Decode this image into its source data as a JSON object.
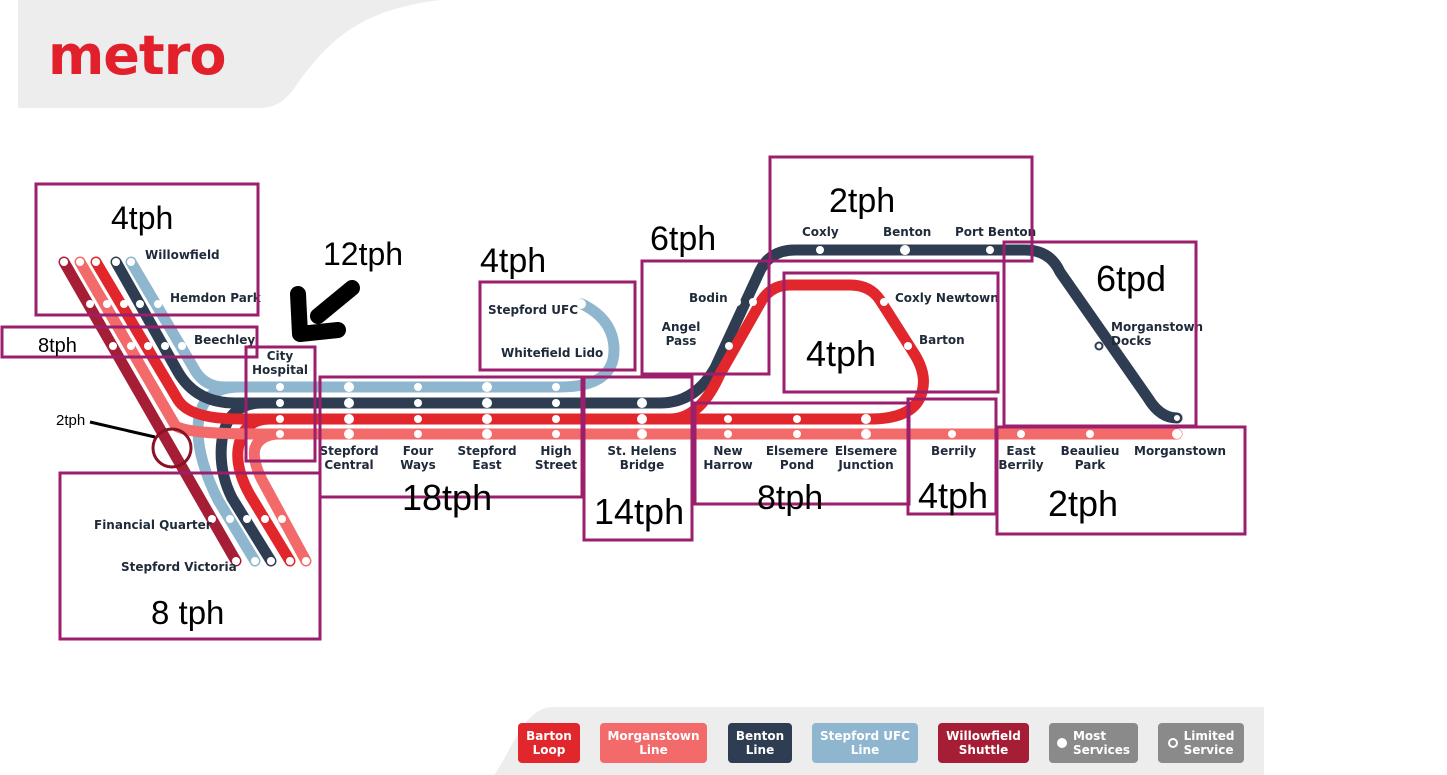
{
  "brand": {
    "name": "metro",
    "color": "#e1202c"
  },
  "colors": {
    "barton_loop": "#e1262c",
    "morganstown_line": "#f26a6a",
    "benton_line": "#2f3d52",
    "stepford_ufc_line": "#8fb6cf",
    "willowfield_shuttle": "#a51e36",
    "annotation_box": "#9c1f6e"
  },
  "stations": {
    "willowfield": "Willowfield",
    "hemdon_park": "Hemdon Park",
    "beechley": "Beechley",
    "city_hospital": "City\nHospital",
    "financial_quarter": "Financial Quarter",
    "stepford_victoria": "Stepford Victoria",
    "stepford_central": "Stepford\nCentral",
    "four_ways": "Four\nWays",
    "stepford_east": "Stepford\nEast",
    "high_street": "High\nStreet",
    "stepford_ufc": "Stepford UFC",
    "whitefield_lido": "Whitefield Lido",
    "st_helens_bridge": "St. Helens\nBridge",
    "bodin": "Bodin",
    "angel_pass": "Angel\nPass",
    "coxly": "Coxly",
    "benton": "Benton",
    "port_benton": "Port Benton",
    "coxly_newtown": "Coxly Newtown",
    "barton": "Barton",
    "morganstown_docks": "Morganstown\nDocks",
    "new_harrow": "New\nHarrow",
    "elsemere_pond": "Elsemere\nPond",
    "elsemere_junction": "Elsemere\nJunction",
    "berrily": "Berrily",
    "east_berrily": "East\nBerrily",
    "beaulieu_park": "Beaulieu\nPark",
    "morganstown": "Morganstown"
  },
  "annotations": {
    "willowfield_branch": "4tph",
    "beechley_left": "8tph",
    "arrow_label": "12tph",
    "circle_label": "2tph",
    "victoria_branch": "8 tph",
    "central_trunk": "18tph",
    "stepford_ufc_branch": "4tph",
    "st_helens": "14tph",
    "bodin_branch": "6tph",
    "benton_top": "2tph",
    "barton_loop": "4tph",
    "morganstown_docks": "6tpd",
    "elsemere": "8tph",
    "berrily": "4tph",
    "morganstown_end": "2tph"
  },
  "legend": {
    "barton_loop": "Barton\nLoop",
    "morganstown_line": "Morganstown\nLine",
    "benton_line": "Benton\nLine",
    "stepford_ufc_line": "Stepford UFC\nLine",
    "willowfield_shuttle": "Willowfield\nShuttle",
    "most_services": "Most\nServices",
    "limited_service": "Limited\nService"
  }
}
